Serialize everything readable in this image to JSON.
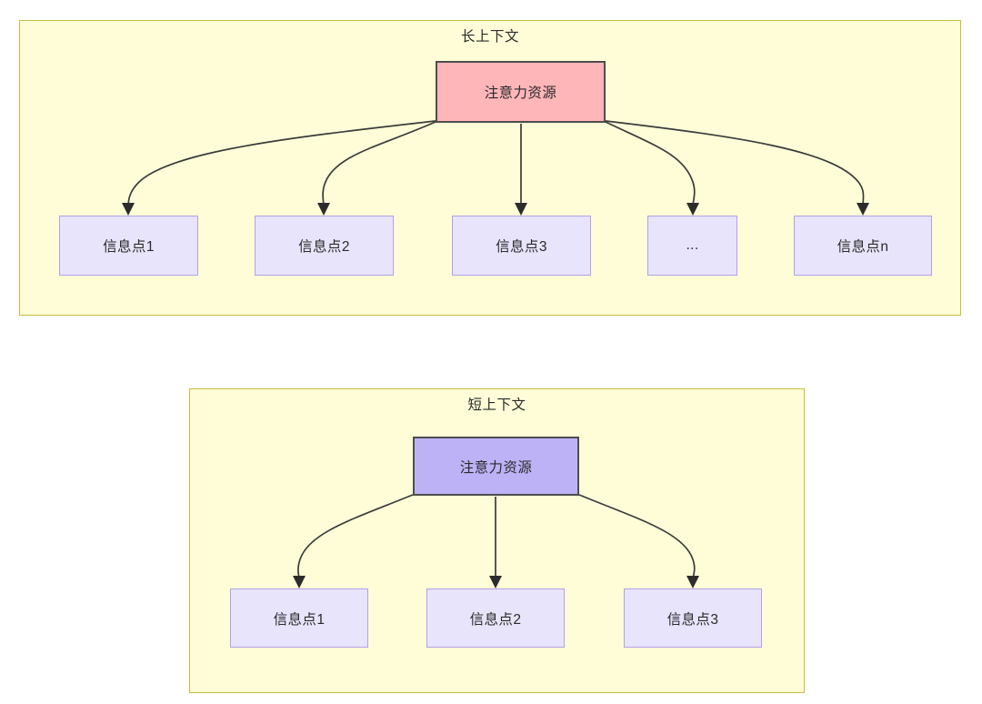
{
  "diagram": {
    "type": "hierarchy",
    "title": "",
    "groups": [
      {
        "id": "long-context",
        "label": "长上下文",
        "root": {
          "label": "注意力资源",
          "fill": "#ffb6b9",
          "stroke": "#4d4d4d"
        },
        "children": [
          {
            "label": "信息点1"
          },
          {
            "label": "信息点2"
          },
          {
            "label": "信息点3"
          },
          {
            "label": "..."
          },
          {
            "label": "信息点n"
          }
        ]
      },
      {
        "id": "short-context",
        "label": "短上下文",
        "root": {
          "label": "注意力资源",
          "fill": "#bdb2f5",
          "stroke": "#4d4d4d"
        },
        "children": [
          {
            "label": "信息点1"
          },
          {
            "label": "信息点2"
          },
          {
            "label": "信息点3"
          }
        ]
      }
    ]
  },
  "colors": {
    "group_background": "#fefdd8",
    "group_border": "#c8bc3c",
    "node_info_fill": "#e8e4fc",
    "node_info_border": "#b3a0e8",
    "attention_long_fill": "#ffb6b9",
    "attention_short_fill": "#bdb2f5",
    "edge_stroke": "#3b3b3b",
    "text": "#2a2a2a"
  }
}
